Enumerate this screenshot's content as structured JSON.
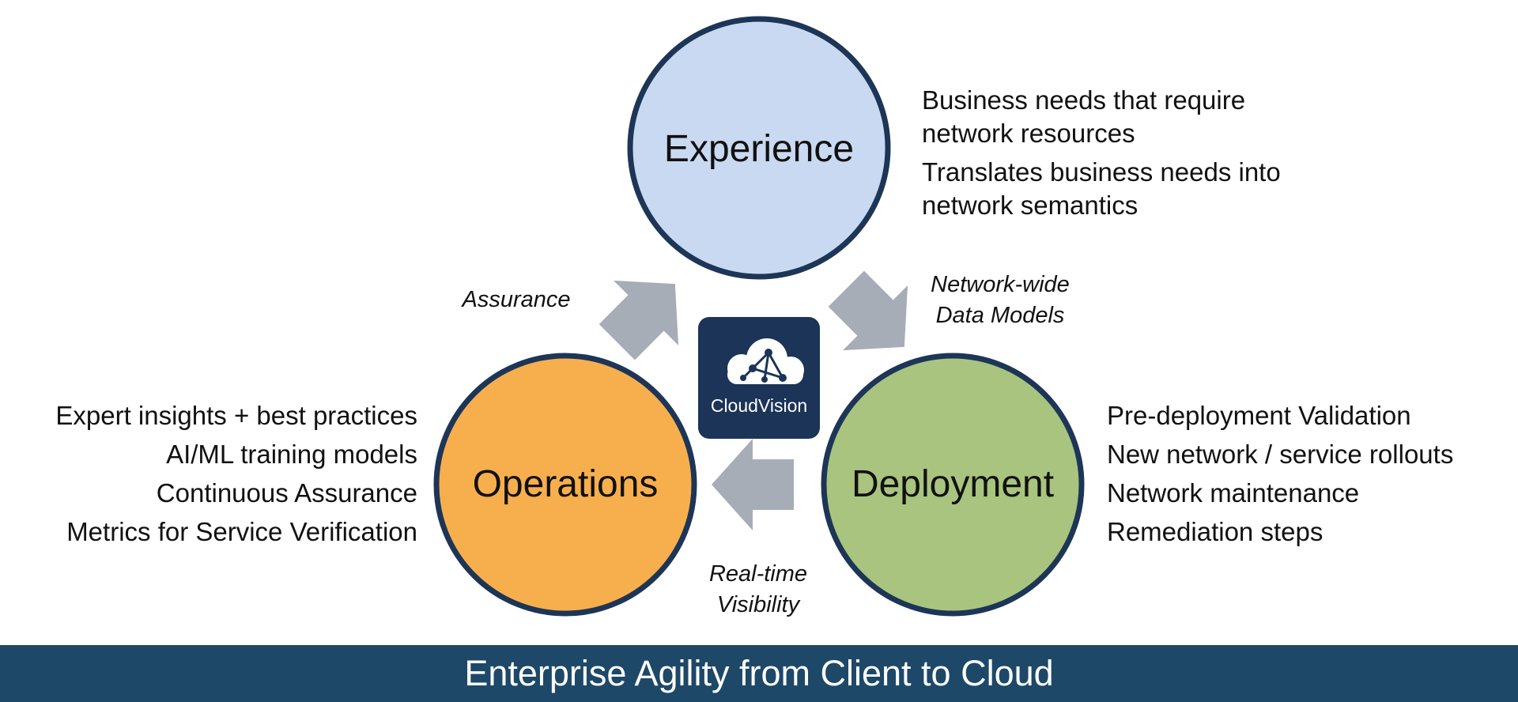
{
  "colors": {
    "experience_fill": "#c9d9f1",
    "operations_fill": "#f7af4d",
    "deployment_fill": "#a9c47e",
    "circle_stroke": "#1d3557",
    "arrow_fill": "#a6adb7",
    "logo_bg": "#1b3457",
    "footer_bg": "#1e4868"
  },
  "circles": {
    "experience": "Experience",
    "operations": "Operations",
    "deployment": "Deployment"
  },
  "logo": {
    "icon": "cloud-network-icon",
    "label": "CloudVision"
  },
  "arrow_labels": {
    "assurance": "Assurance",
    "network_wide_line1": "Network-wide",
    "network_wide_line2": "Data Models",
    "realtime_line1": "Real-time",
    "realtime_line2": "Visibility"
  },
  "experience_notes": {
    "item1_line1": "Business needs that require",
    "item1_line2": "network resources",
    "item2_line1": "Translates business needs into",
    "item2_line2": "network semantics"
  },
  "operations_notes": [
    "Expert insights + best practices",
    "AI/ML training models",
    "Continuous Assurance",
    "Metrics for Service Verification"
  ],
  "deployment_notes": [
    "Pre-deployment Validation",
    "New network / service rollouts",
    "Network maintenance",
    "Remediation steps"
  ],
  "footer": {
    "title": "Enterprise Agility from Client to Cloud"
  }
}
